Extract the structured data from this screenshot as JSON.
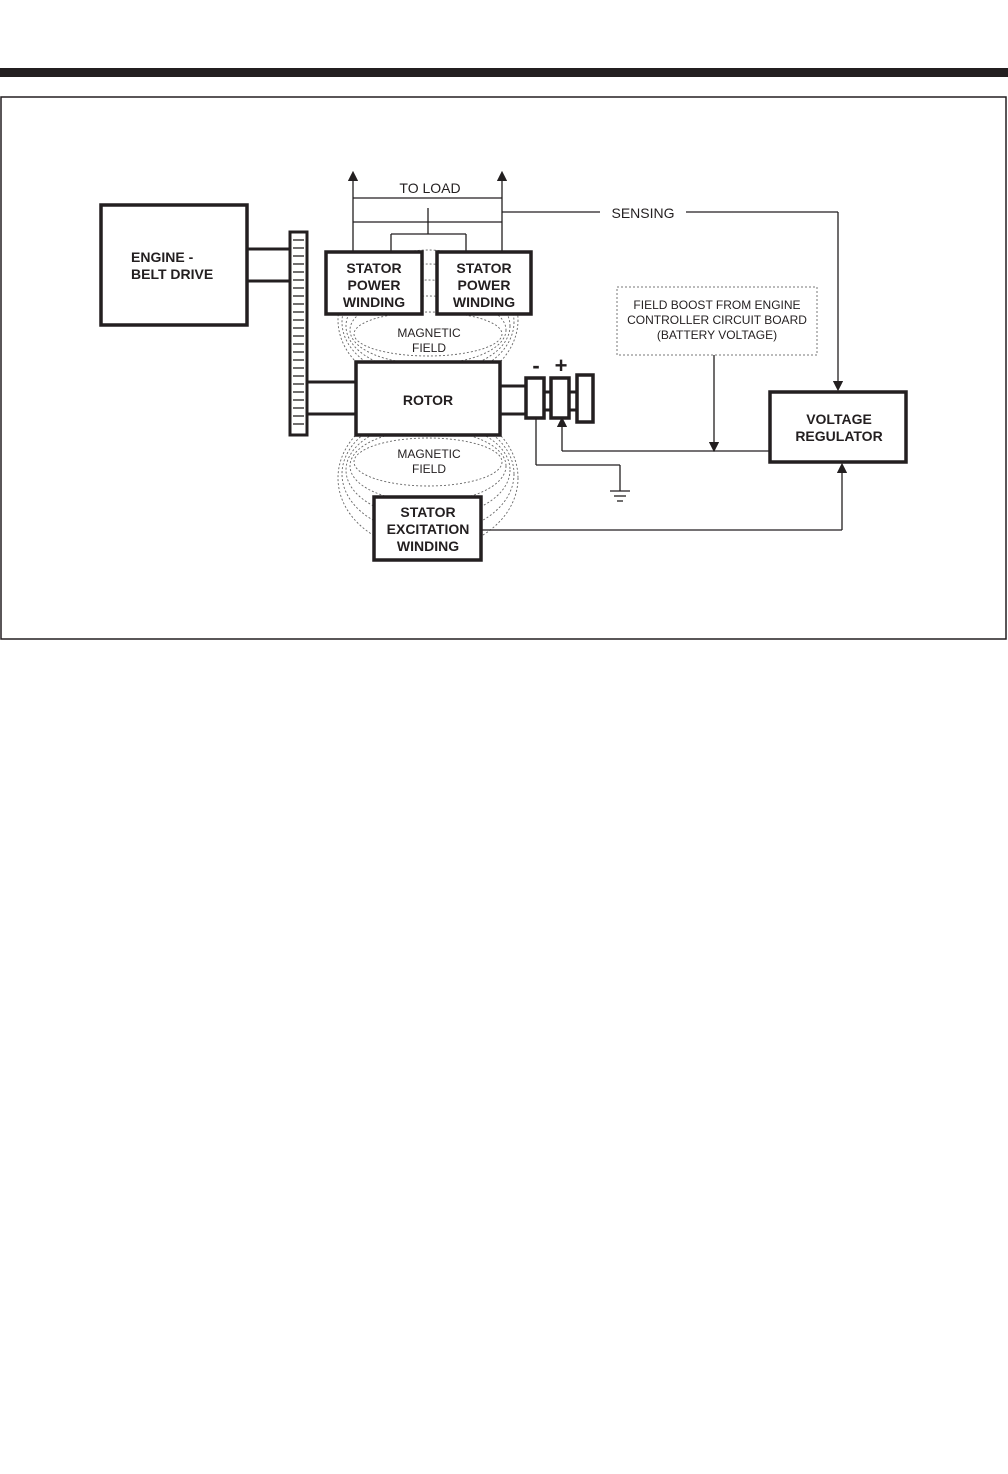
{
  "diagram": {
    "to_load_label": "TO LOAD",
    "sensing_label": "SENSING",
    "engine": {
      "line1": "ENGINE -",
      "line2": "BELT DRIVE"
    },
    "stator_power_left": {
      "line1": "STATOR",
      "line2": "POWER",
      "line3": "WINDING"
    },
    "stator_power_right": {
      "line1": "STATOR",
      "line2": "POWER",
      "line3": "WINDING"
    },
    "magnetic_field_top": {
      "line1": "MAGNETIC",
      "line2": "FIELD"
    },
    "rotor_label": "ROTOR",
    "minus_label": "-",
    "plus_label": "+",
    "magnetic_field_bottom": {
      "line1": "MAGNETIC",
      "line2": "FIELD"
    },
    "field_boost": {
      "line1": "FIELD BOOST FROM ENGINE",
      "line2": "CONTROLLER CIRCUIT BOARD",
      "line3": "(BATTERY VOLTAGE)"
    },
    "voltage_regulator": {
      "line1": "VOLTAGE",
      "line2": "REGULATOR"
    },
    "stator_excitation": {
      "line1": "STATOR",
      "line2": "EXCITATION",
      "line3": "WINDING"
    }
  }
}
